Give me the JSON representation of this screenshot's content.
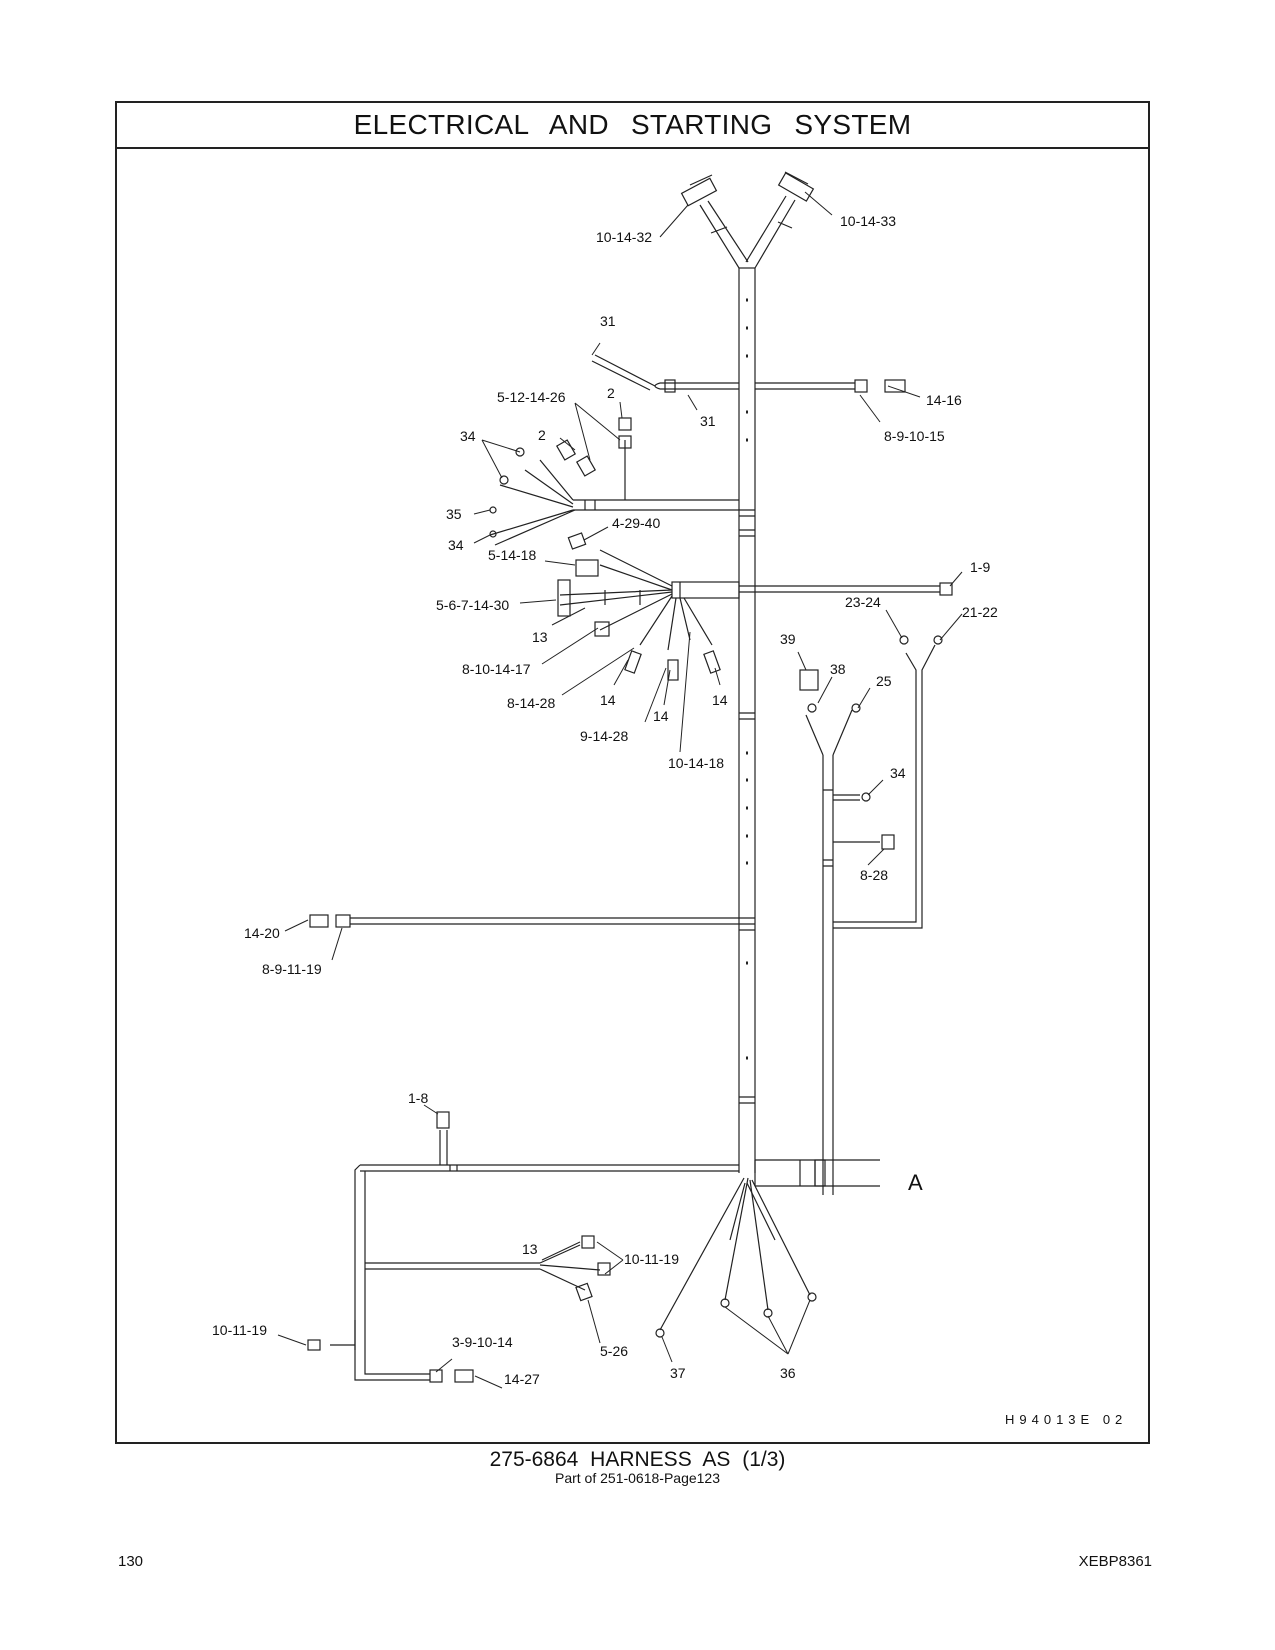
{
  "header": {
    "title": "ELECTRICAL AND STARTING SYSTEM"
  },
  "diagram": {
    "callouts": [
      "10-14-32",
      "10-14-33",
      "31",
      "31",
      "14-16",
      "8-9-10-15",
      "5-12-14-26",
      "2",
      "2",
      "34",
      "35",
      "34",
      "4-29-40",
      "5-14-18",
      "1-9",
      "23-24",
      "21-22",
      "5-6-7-14-30",
      "13",
      "39",
      "38",
      "25",
      "8-10-14-17",
      "14",
      "14",
      "14",
      "8-14-28",
      "9-14-28",
      "10-14-18",
      "34",
      "8-28",
      "14-20",
      "8-9-11-19",
      "1-8",
      "A",
      "13",
      "10-11-19",
      "10-11-19",
      "3-9-10-14",
      "5-26",
      "14-27",
      "37",
      "36"
    ],
    "illustration_ref": "H94013E 02"
  },
  "caption": {
    "main": "275-6864 HARNESS AS (1/3)",
    "sub": "Part of 251-0618-Page123"
  },
  "footer": {
    "page_number": "130",
    "doc_code": "XEBP8361"
  }
}
